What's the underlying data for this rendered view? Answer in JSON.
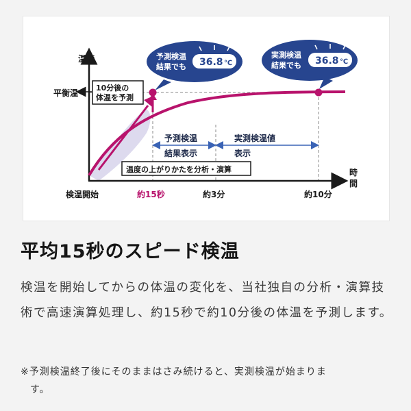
{
  "colors": {
    "curve": "#b8136c",
    "navy": "#1e2a4a",
    "bubble": "#27458f",
    "band": "#d9d6ec",
    "arrow_blue": "#3a63b5",
    "axis": "#1a1a1a"
  },
  "diagram": {
    "y_axis_label": "温度",
    "x_axis_label": "時間",
    "y_tick_label": "平衡温",
    "x_ticks": [
      "検温開始",
      "約15秒",
      "約3分",
      "約10分"
    ],
    "prediction_box": "10分後の体温を予測",
    "analysis_box": "温度の上がりかたを分析・演算",
    "predicted_display_label": "予測検温結果表示",
    "actual_display_label": "実測検温値表示",
    "bubble_predicted": {
      "label": "予測検温結果でも",
      "reading": "36.8",
      "unit": "℃"
    },
    "bubble_actual": {
      "label": "実測検温結果でも",
      "reading": "36.8",
      "unit": "℃"
    }
  },
  "heading": "平均15秒のスピード検温",
  "body": "検温を開始してからの体温の変化を、当社独自の分析・演算技術で高速演算処理し、約15秒で約10分後の体温を予測します。",
  "note": {
    "mark": "※",
    "line1": "予測検温終了後にそのままはさみ続けると、実測検温が始まりま",
    "line2": "す。"
  }
}
